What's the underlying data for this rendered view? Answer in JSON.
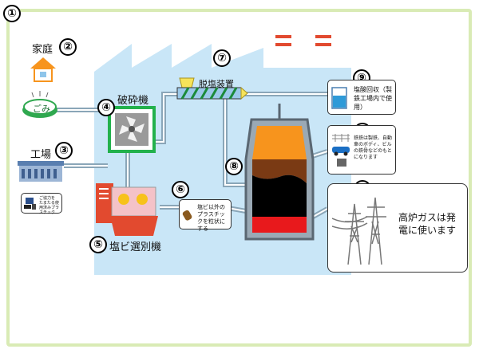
{
  "markers": [
    "①",
    "②",
    "③",
    "④",
    "⑤",
    "⑥",
    "⑦",
    "⑧",
    "⑨",
    "⑩",
    "⑪"
  ],
  "labels": {
    "household": "家庭",
    "household_bin": "ごみ",
    "factory": "工場",
    "factory_note": "ご協力をたまたる使用済みプラスチック",
    "crusher": "破砕機",
    "separator": "塩ビ選別機",
    "dechlorinator": "脱塩装置"
  },
  "notes": {
    "plastic_pellet": "塩ビ以外のプラスチックを粒状にする",
    "hcl_recovery": "塩酸回収（製鉄工場内で使用）",
    "steel_use": "鉄鉄は製鉄、自動車のボディ、ビルの鉄骨などのもとになります",
    "blast_gas": "高炉ガスは発電に使います"
  },
  "colors": {
    "plant_bg": "#c9e6f7",
    "frame": "#d9ebb5",
    "pipe": "#8aa6b8",
    "crusher_border": "#22b14c",
    "separator_body": "#e24a2f",
    "furnace_top": "#f7941d",
    "furnace_mid": "#7a3a14",
    "furnace_bottom": "#000000",
    "furnace_hot": "#e8191c"
  },
  "icons": [
    "house-icon",
    "trash-bin-icon",
    "factory-icon",
    "crusher-fan-icon",
    "pellet-icon",
    "beaker-icon",
    "car-icon",
    "power-tower-icon",
    "chimney-icon"
  ]
}
